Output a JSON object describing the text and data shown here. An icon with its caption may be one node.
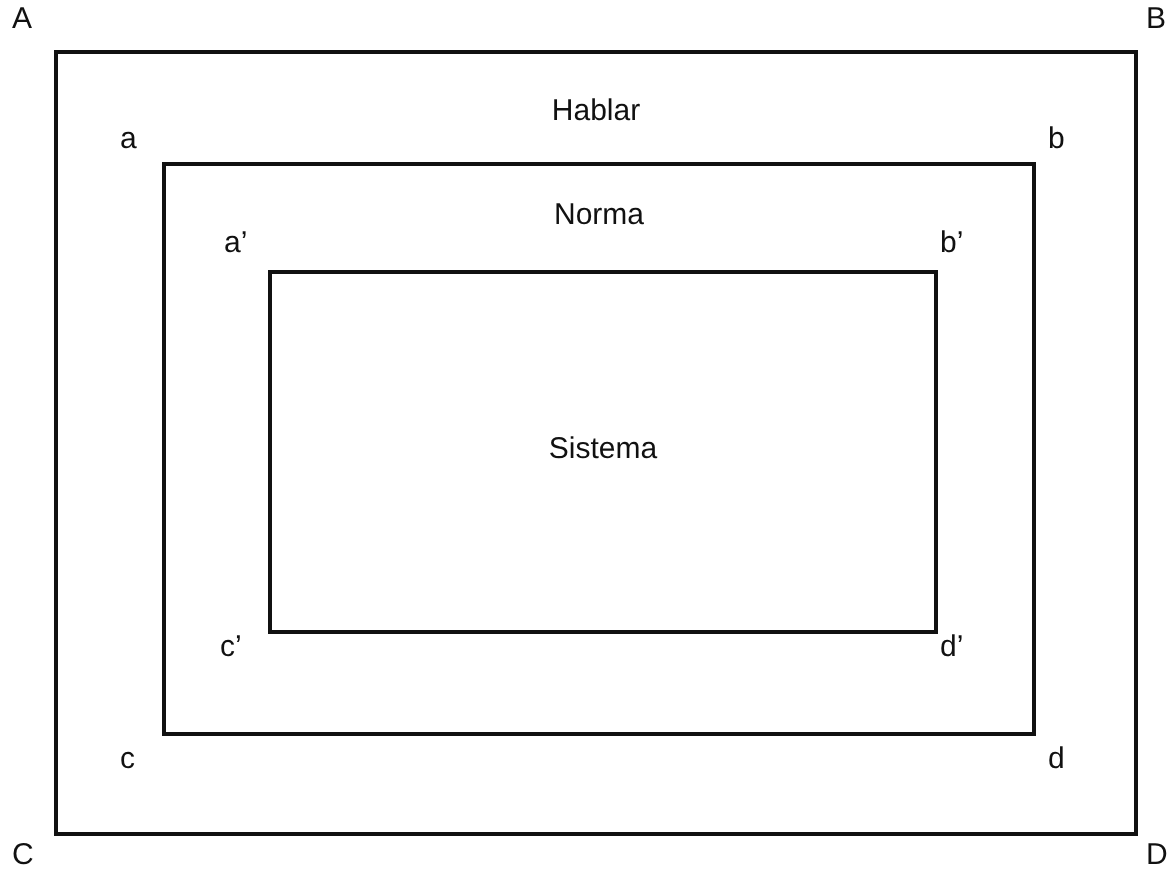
{
  "diagram": {
    "nodes": [
      {
        "text": [
          "Hablar"
        ]
      },
      {
        "text": [
          "Norma"
        ],
        "in": 0
      },
      {
        "text": [
          "Sistema"
        ],
        "in": 1
      }
    ],
    "labels": [
      "A",
      "B",
      "a",
      "b",
      "a’",
      "b’",
      "c’",
      "d’",
      "c",
      "d",
      "C",
      "D"
    ]
  }
}
